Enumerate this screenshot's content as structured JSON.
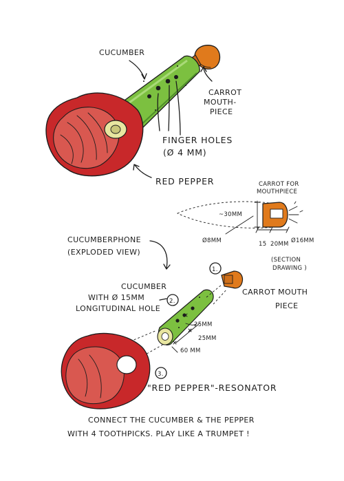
{
  "labels": {
    "cucumber_top": "CUCUMBER",
    "carrot_mouthpiece_top": [
      "CARROT",
      "MOUTH-",
      "PIECE"
    ],
    "finger_holes": [
      "FINGER HOLES",
      "(Ø 4 MM)"
    ],
    "red_pepper": "RED PEPPER",
    "carrot_for_mouthpiece": [
      "CARROT FOR",
      "MOUTHPIECE"
    ],
    "dim_30mm": "~30MM",
    "dim_8mm": "Ø8MM",
    "dim_15": "15",
    "dim_20mm": "20MM",
    "dim_16mm": "Ø16MM",
    "section_drawing": [
      "(SECTION",
      "DRAWING )"
    ],
    "cucumberphone": [
      "CUCUMBERPHONE",
      "(EXPLODED VIEW)"
    ],
    "cucumber_with": [
      "CUCUMBER",
      "WITH Ø 15MM",
      "LONGITUDINAL HOLE"
    ],
    "step1": "1.",
    "step2": "2.",
    "step3": "3.",
    "carrot_mouth_piece": [
      "CARROT MOUTH",
      "PIECE"
    ],
    "dim_25mm_a": "25MM",
    "dim_25mm_b": "25MM",
    "dim_60mm": "60 MM",
    "red_pepper_resonator": "\"RED PEPPER\"-RESONATOR",
    "instructions": [
      "CONNECT THE CUCUMBER & THE PEPPER",
      "WITH 4 TOOTHPICKS. PLAY LIKE A TRUMPET !"
    ]
  },
  "colors": {
    "pepper": "#c8282a",
    "pepper_light": "#e0615a",
    "pepper_inner": "#d95850",
    "cucumber": "#7cc040",
    "cucumber_dark": "#4f8f2a",
    "cucumber_core": "#e8e6a0",
    "carrot": "#e07a1c",
    "carrot_dark": "#b85a10"
  }
}
